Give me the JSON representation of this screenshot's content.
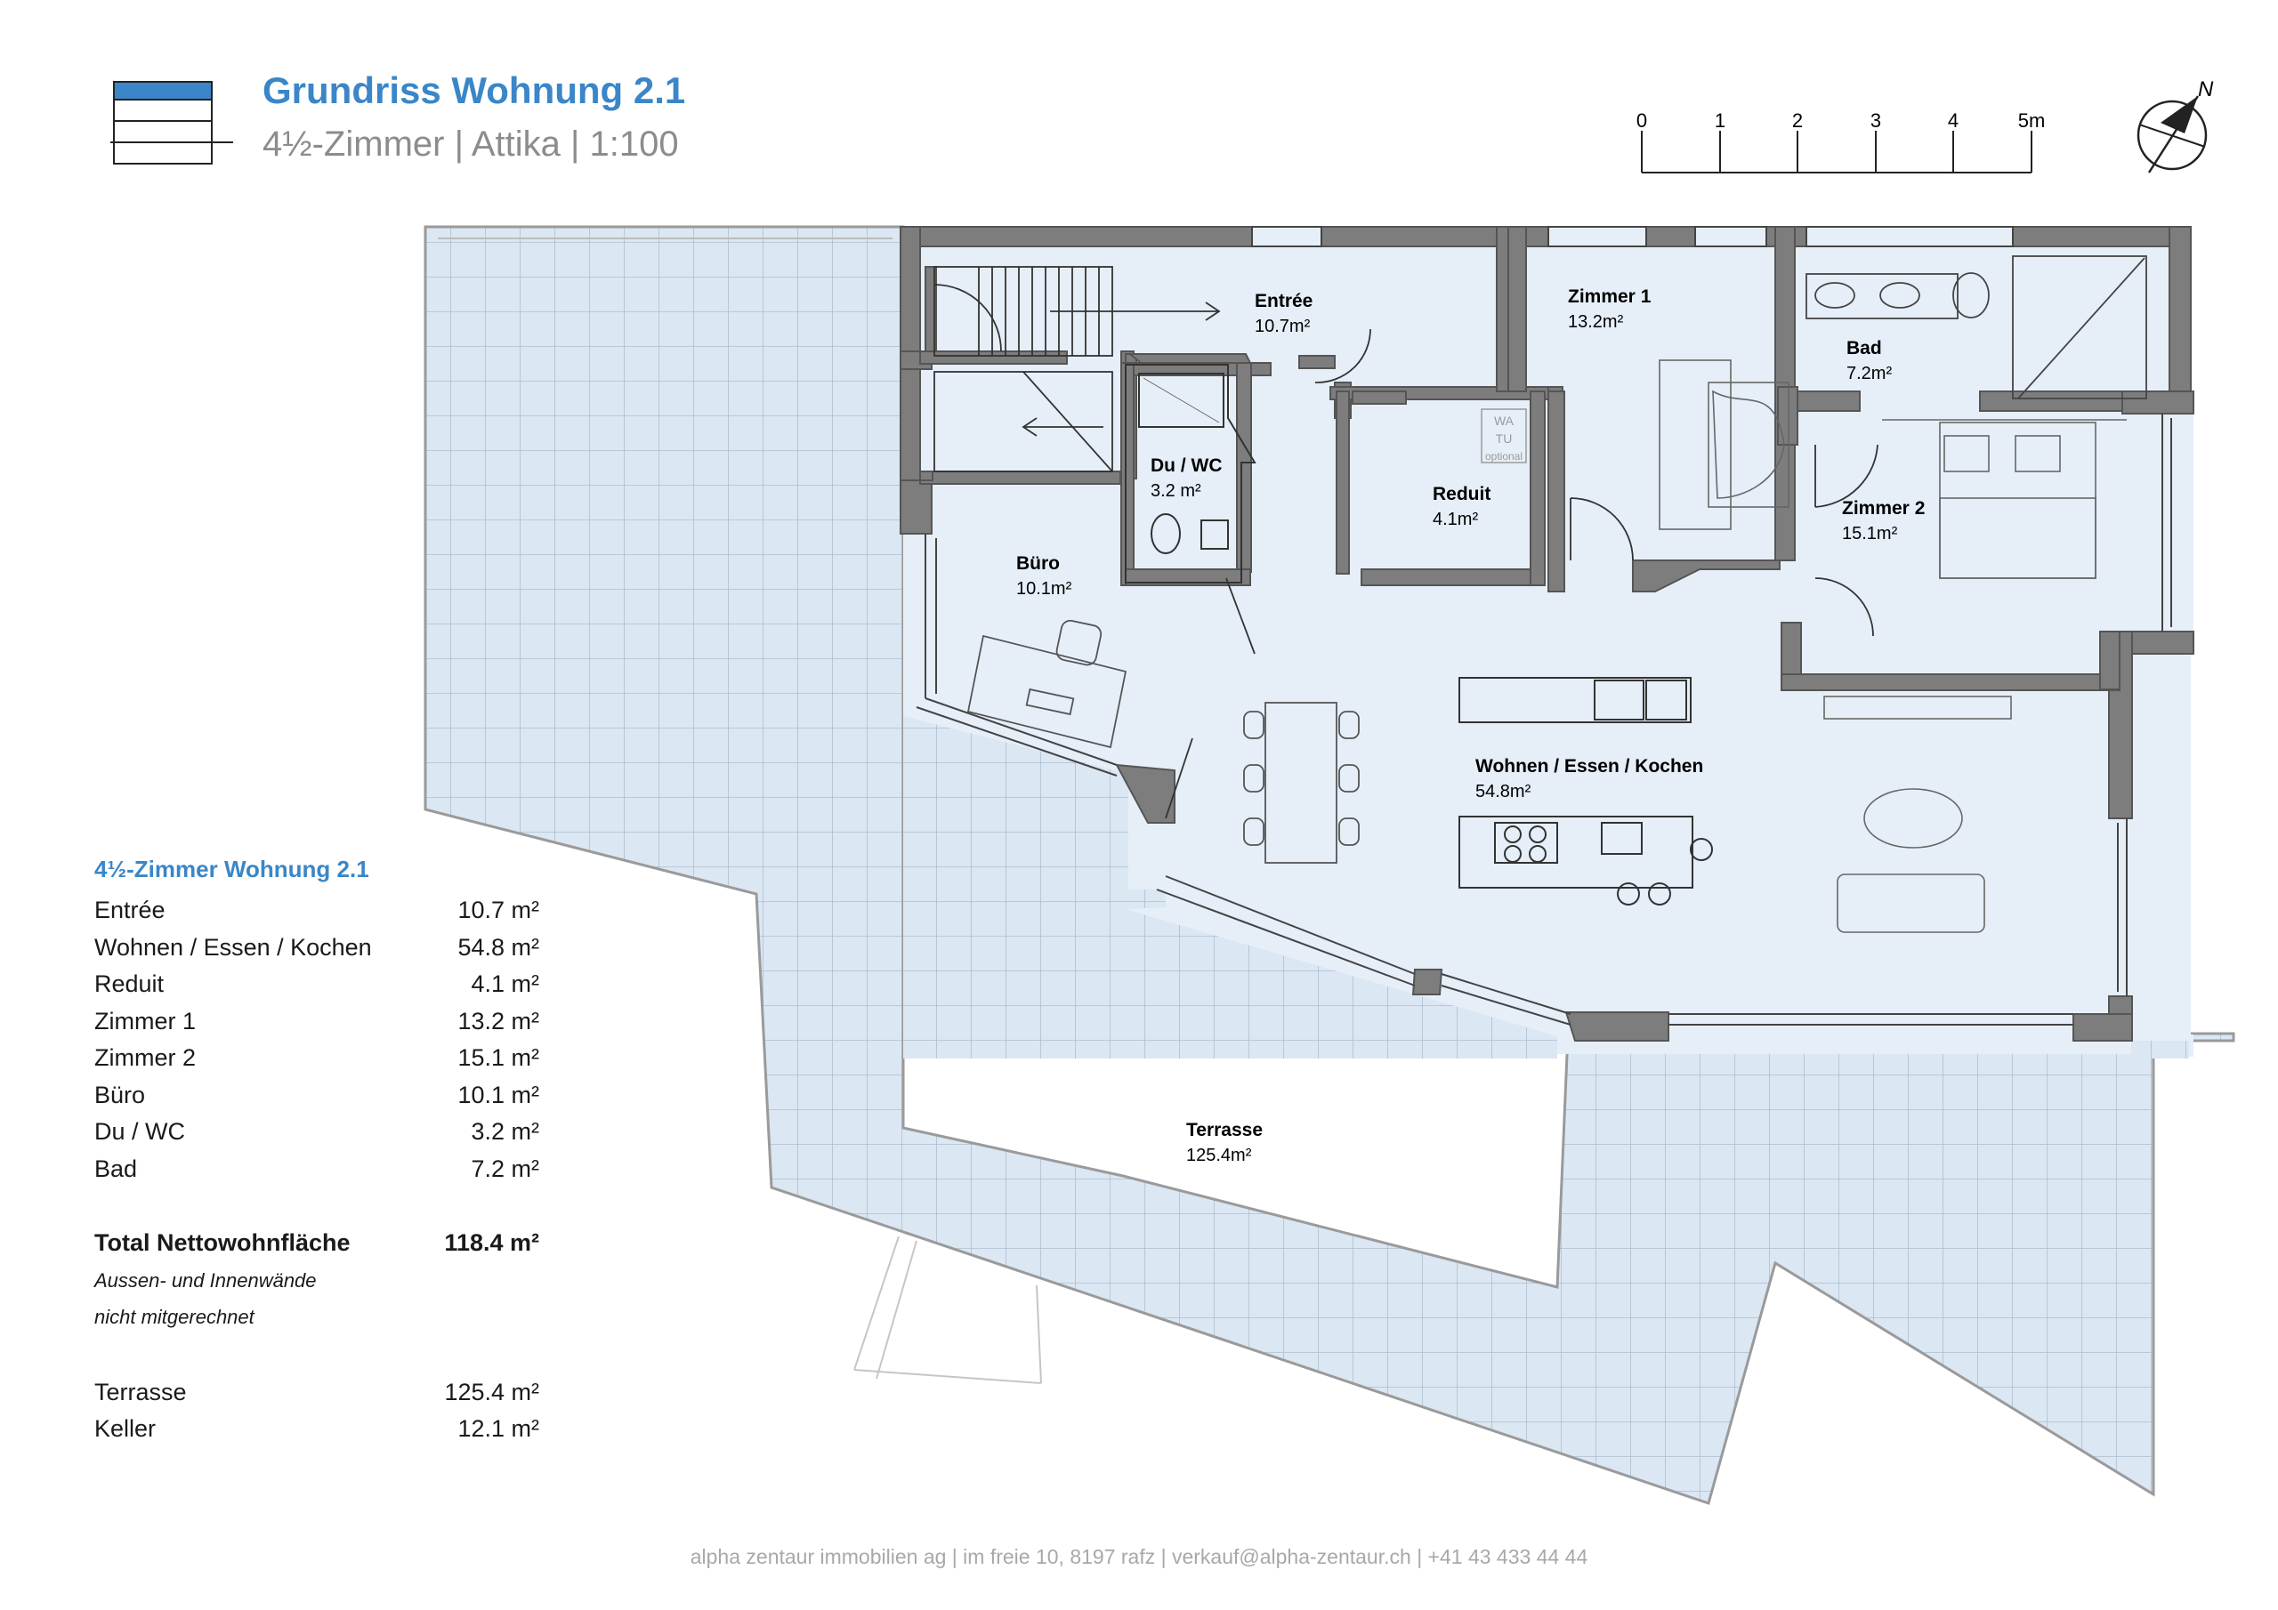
{
  "header": {
    "title": "Grundriss Wohnung 2.1",
    "subtitle": "4½-Zimmer | Attika | 1:100"
  },
  "scale_bar": {
    "labels": [
      "0",
      "1",
      "2",
      "3",
      "4",
      "5m"
    ]
  },
  "north_label": "N",
  "rooms": {
    "entree": {
      "name": "Entrée",
      "area": "10.7m²"
    },
    "zimmer1": {
      "name": "Zimmer 1",
      "area": "13.2m²"
    },
    "bad": {
      "name": "Bad",
      "area": "7.2m²"
    },
    "du_wc": {
      "name": "Du / WC",
      "area": "3.2 m²"
    },
    "reduit": {
      "name": "Reduit",
      "area": "4.1m²"
    },
    "zimmer2": {
      "name": "Zimmer 2",
      "area": "15.1m²"
    },
    "buero": {
      "name": "Büro",
      "area": "10.1m²"
    },
    "wohnen": {
      "name": "Wohnen / Essen / Kochen",
      "area": "54.8m²"
    },
    "terrasse": {
      "name": "Terrasse",
      "area": "125.4m²"
    }
  },
  "wa_tu": {
    "line1": "WA",
    "line2": "TU",
    "line3": "optional"
  },
  "area_table": {
    "title": "4½-Zimmer Wohnung 2.1",
    "rows": [
      {
        "label": "Entrée",
        "value": "10.7 m²"
      },
      {
        "label": "Wohnen / Essen / Kochen",
        "value": "54.8 m²"
      },
      {
        "label": "Reduit",
        "value": "4.1 m²"
      },
      {
        "label": "Zimmer 1",
        "value": "13.2 m²"
      },
      {
        "label": "Zimmer 2",
        "value": "15.1 m²"
      },
      {
        "label": "Büro",
        "value": "10.1 m²"
      },
      {
        "label": "Du / WC",
        "value": "3.2 m²"
      },
      {
        "label": "Bad",
        "value": "7.2 m²"
      }
    ],
    "total_label": "Total Nettowohnfläche",
    "total_value": "118.4 m²",
    "note_line1": "Aussen- und Innenwände",
    "note_line2": "nicht mitgerechnet",
    "extra_rows": [
      {
        "label": "Terrasse",
        "value": "125.4 m²"
      },
      {
        "label": "Keller",
        "value": "12.1 m²"
      }
    ]
  },
  "footer": "alpha zentaur immobilien ag | im freie 10, 8197 rafz | verkauf@alpha-zentaur.ch | +41 43 433 44 44",
  "colors": {
    "accent": "#3a86c8",
    "room_fill": "#e6eff8",
    "wall": "#7a7a7a",
    "grid": "#b3c1cf"
  }
}
